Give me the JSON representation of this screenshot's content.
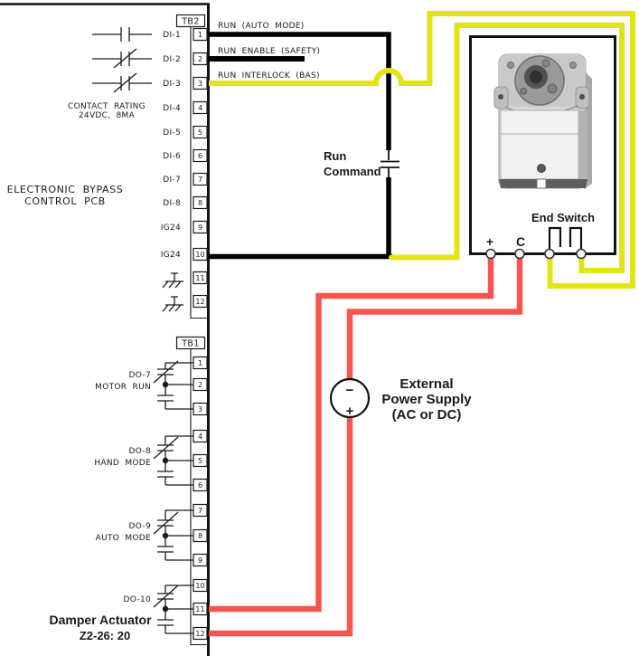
{
  "pcb": {
    "title_line1": "ELECTRONIC BYPASS",
    "title_line2": "CONTROL PCB",
    "contact_rating_line1": "CONTACT RATING",
    "contact_rating_line2": "24VDC, 8MA"
  },
  "tb2": {
    "label": "TB2",
    "terminals": [
      {
        "n": "1",
        "label": "DI-1"
      },
      {
        "n": "2",
        "label": "DI-2"
      },
      {
        "n": "3",
        "label": "DI-3"
      },
      {
        "n": "4",
        "label": "DI-4"
      },
      {
        "n": "5",
        "label": "DI-5"
      },
      {
        "n": "6",
        "label": "DI-6"
      },
      {
        "n": "7",
        "label": "DI-7"
      },
      {
        "n": "8",
        "label": "DI-8"
      },
      {
        "n": "9",
        "label": "IG24"
      },
      {
        "n": "10",
        "label": "IG24"
      },
      {
        "n": "11",
        "label": ""
      },
      {
        "n": "12",
        "label": ""
      }
    ]
  },
  "tb1": {
    "label": "TB1",
    "terminals": [
      {
        "n": "1"
      },
      {
        "n": "2"
      },
      {
        "n": "3"
      },
      {
        "n": "4"
      },
      {
        "n": "5"
      },
      {
        "n": "6"
      },
      {
        "n": "7"
      },
      {
        "n": "8"
      },
      {
        "n": "9"
      },
      {
        "n": "10"
      },
      {
        "n": "11"
      },
      {
        "n": "12"
      }
    ],
    "groups": [
      {
        "name": "DO-7",
        "mode": "MOTOR RUN"
      },
      {
        "name": "DO-8",
        "mode": "HAND MODE"
      },
      {
        "name": "DO-9",
        "mode": "AUTO MODE"
      },
      {
        "name": "DO-10",
        "mode": ""
      }
    ]
  },
  "wire_labels": {
    "run_auto": "RUN (AUTO MODE)",
    "run_enable": "RUN ENABLE (SAFETY)",
    "run_interlock": "RUN INTERLOCK (BAS)"
  },
  "run_command": {
    "line1": "Run",
    "line2": "Command"
  },
  "actuator": {
    "end_switch": "End Switch",
    "terminal_plus": "+",
    "terminal_c": "C",
    "caption_line1": "Damper Actuator",
    "caption_line2": "Z2-26: 20"
  },
  "power_supply": {
    "line1": "External",
    "line2": "Power Supply",
    "line3": "(AC or DC)",
    "minus": "−",
    "plus": "+"
  },
  "colors": {
    "wire_black": "#000000",
    "wire_yellow": "#e2e512",
    "wire_red": "#f8554e"
  }
}
